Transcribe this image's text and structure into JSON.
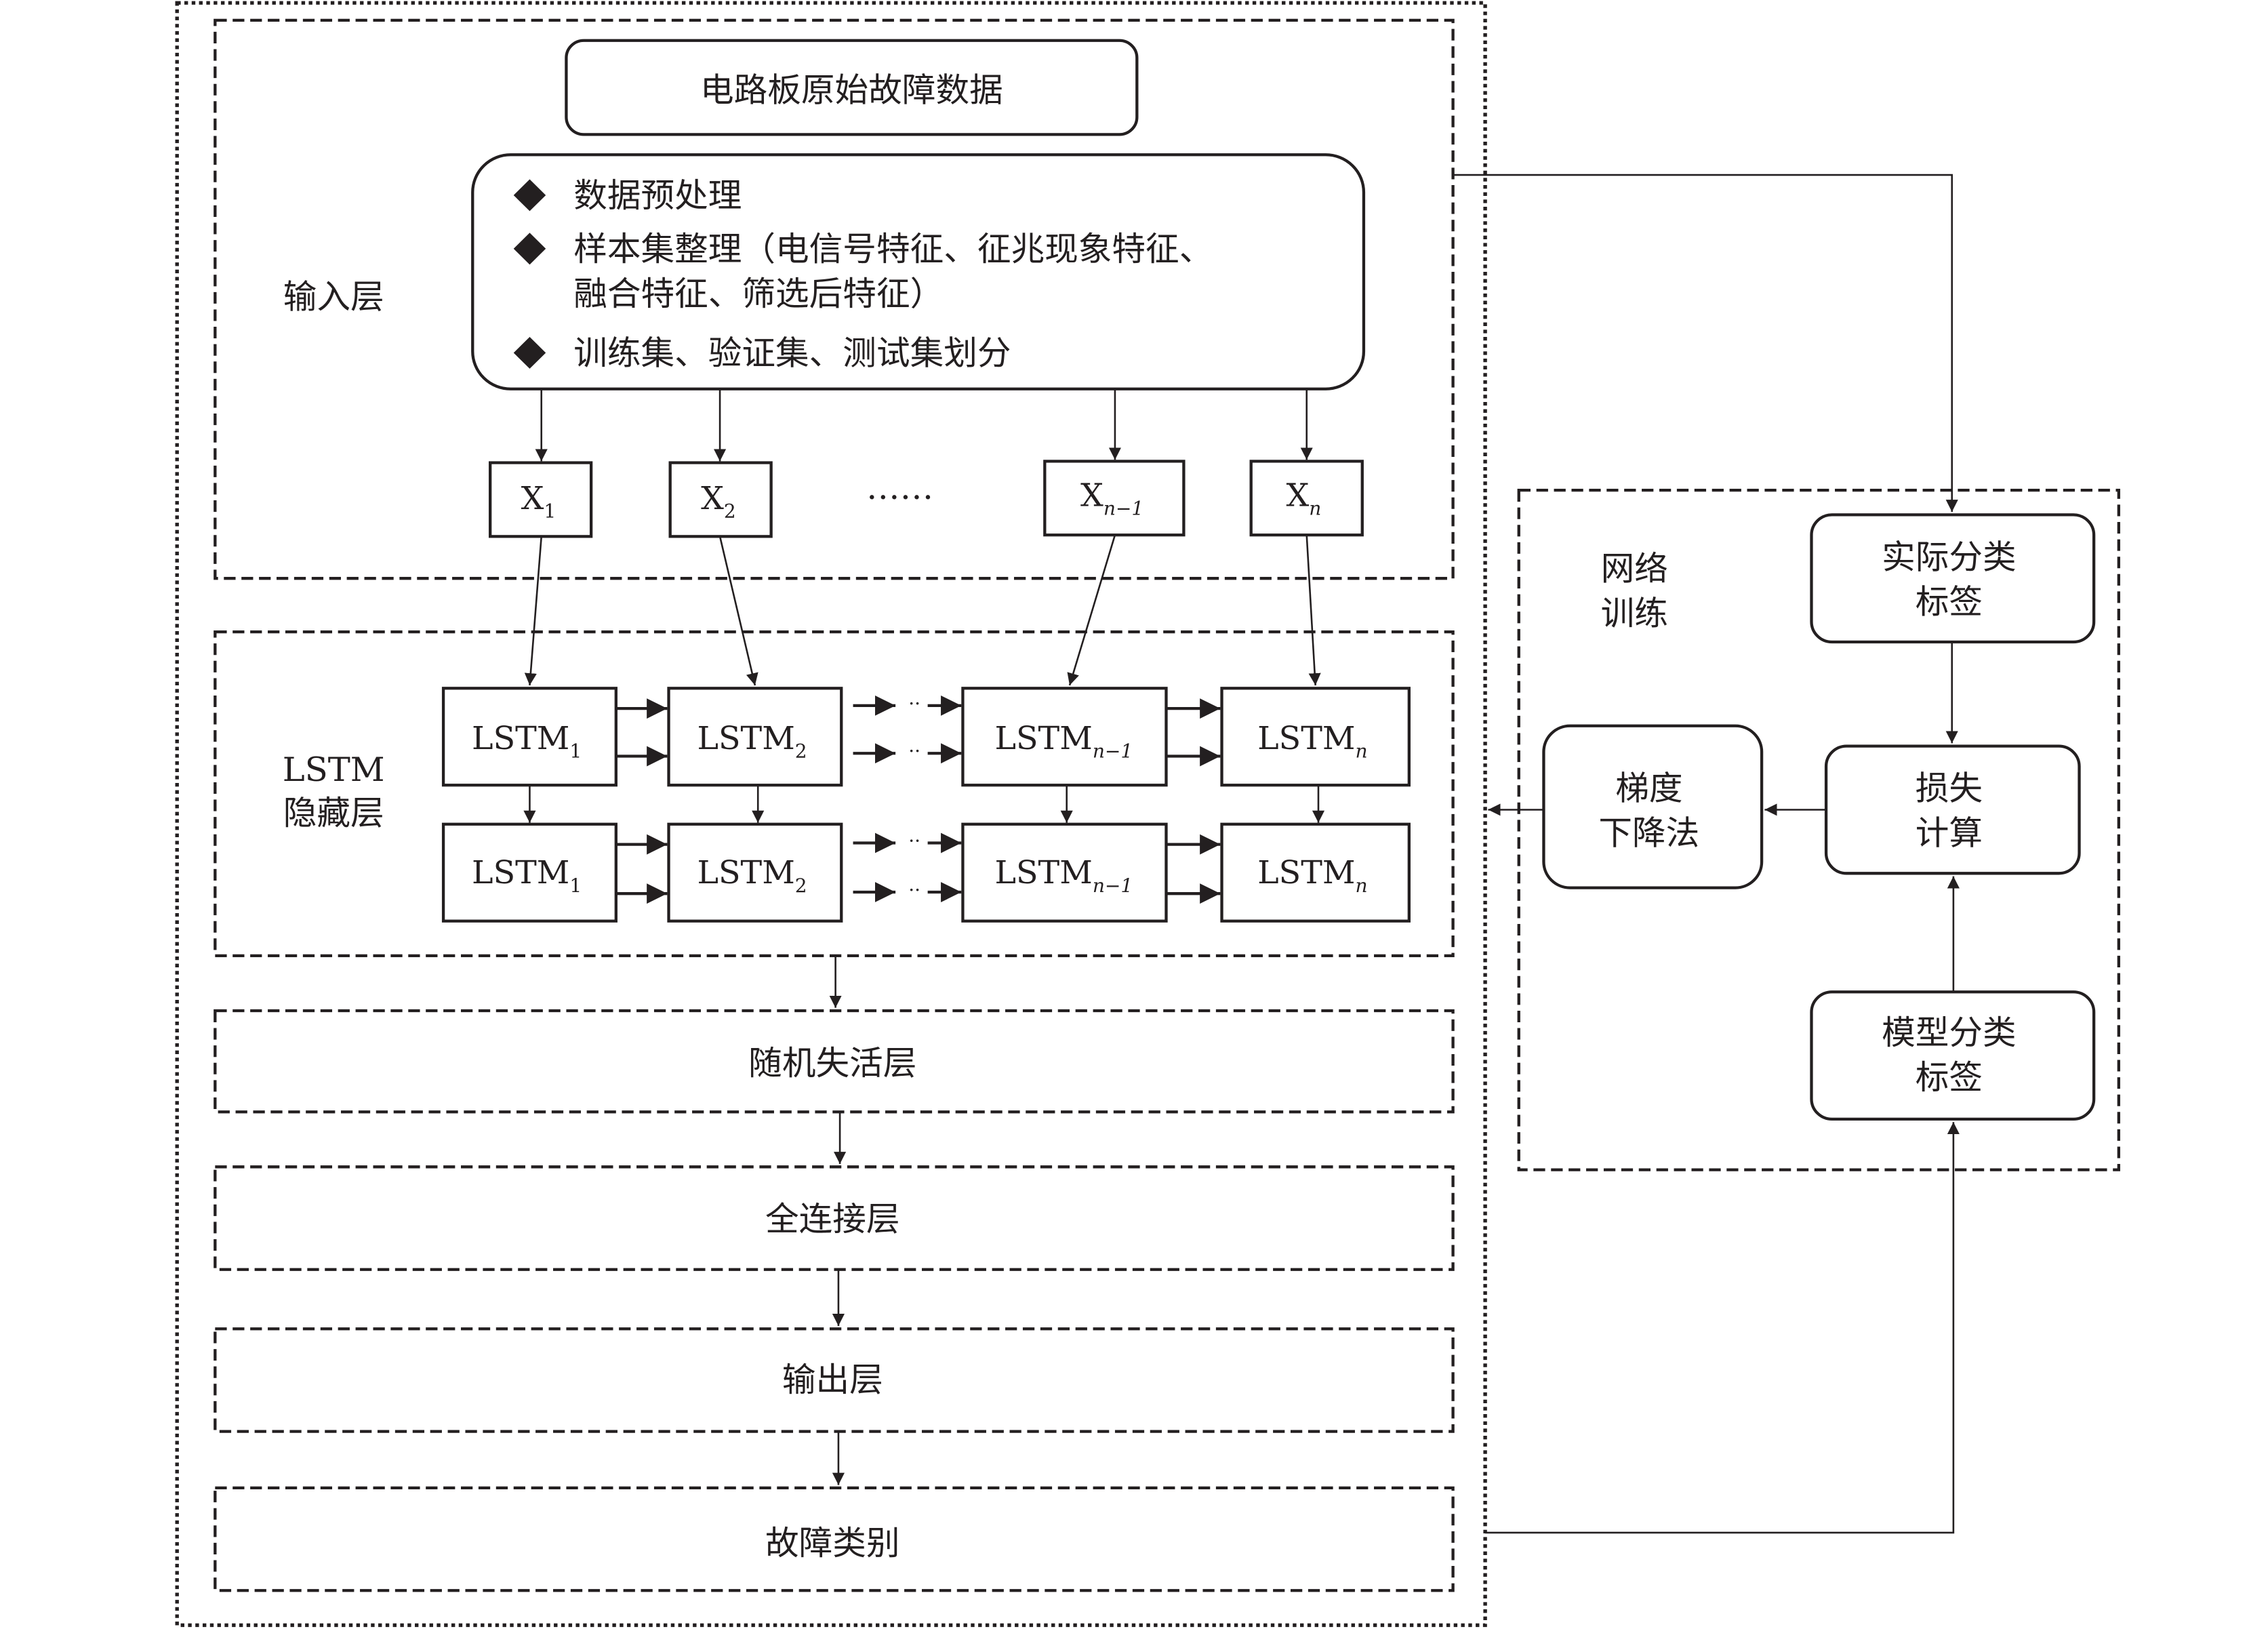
{
  "input_layer": {
    "label": "输入层",
    "raw_data": "电路板原始故障数据",
    "steps": [
      "数据预处理",
      "样本集整理（电信号特征、征兆现象特征、",
      "融合特征、筛选后特征）",
      "训练集、验证集、测试集划分"
    ],
    "bullet_icon": "diamond",
    "inputs": [
      {
        "base": "X",
        "sub": "1"
      },
      {
        "base": "X",
        "sub": "2"
      },
      {
        "base": "X",
        "sub": "n−1"
      },
      {
        "base": "X",
        "sub": "n"
      }
    ],
    "ellipsis": "……"
  },
  "lstm_layer": {
    "label_line1": "LSTM",
    "label_line2": "隐藏层",
    "cells": [
      {
        "base": "LSTM",
        "sub": "1"
      },
      {
        "base": "LSTM",
        "sub": "2"
      },
      {
        "base": "LSTM",
        "sub": "n−1"
      },
      {
        "base": "LSTM",
        "sub": "n"
      }
    ],
    "dots": "··"
  },
  "dropout_layer": "随机失活层",
  "fc_layer": "全连接层",
  "output_layer": "输出层",
  "fault_class": "故障类别",
  "training": {
    "label_line1": "网络",
    "label_line2": "训练",
    "actual_label": [
      "实际分类",
      "标签"
    ],
    "loss": [
      "损失",
      "计算"
    ],
    "gradient": [
      "梯度",
      "下降法"
    ],
    "model_label": [
      "模型分类",
      "标签"
    ]
  }
}
